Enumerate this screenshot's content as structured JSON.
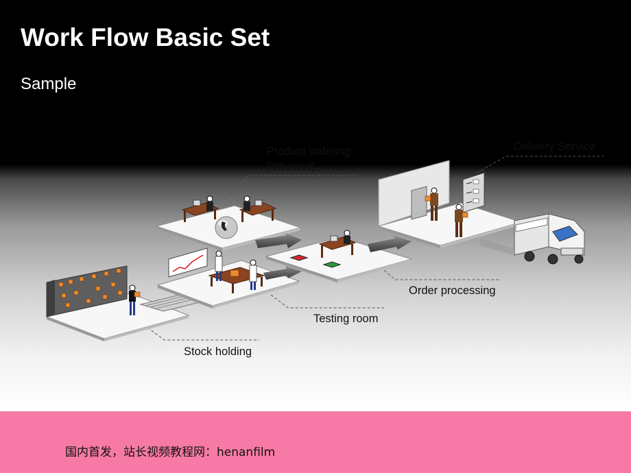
{
  "slide": {
    "title": "Work Flow Basic Set",
    "subtitle": "Sample"
  },
  "diagram": {
    "labels": {
      "product_ordering_line1": "Product ordering",
      "product_ordering_line2": "(Inbound)",
      "delivery_service": "Delivery Service",
      "order_processing": "Order processing",
      "testing_room": "Testing room",
      "stock_holding": "Stock holding"
    }
  },
  "footer": {
    "text": "国内首发，站长视频教程网：henanfilm"
  },
  "colors": {
    "footer_bg": "#f77aa6",
    "header_bg": "#000000",
    "box_orange": "#f08a2c",
    "desk_brown": "#7a3a1e"
  }
}
